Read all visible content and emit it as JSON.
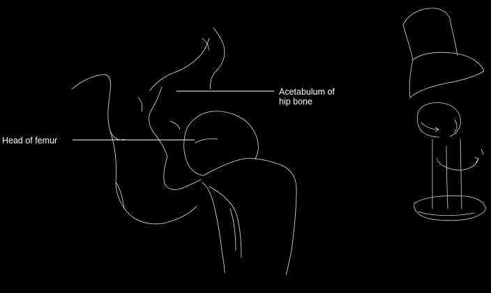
{
  "diagram": {
    "labels": {
      "acetabulum_line1": "Acetabulum of",
      "acetabulum_line2": "hip bone",
      "head_of_femur": "Head of femur"
    },
    "colors": {
      "background": "#000000",
      "outline": "#ffffff",
      "leader": "#ffffff"
    }
  }
}
